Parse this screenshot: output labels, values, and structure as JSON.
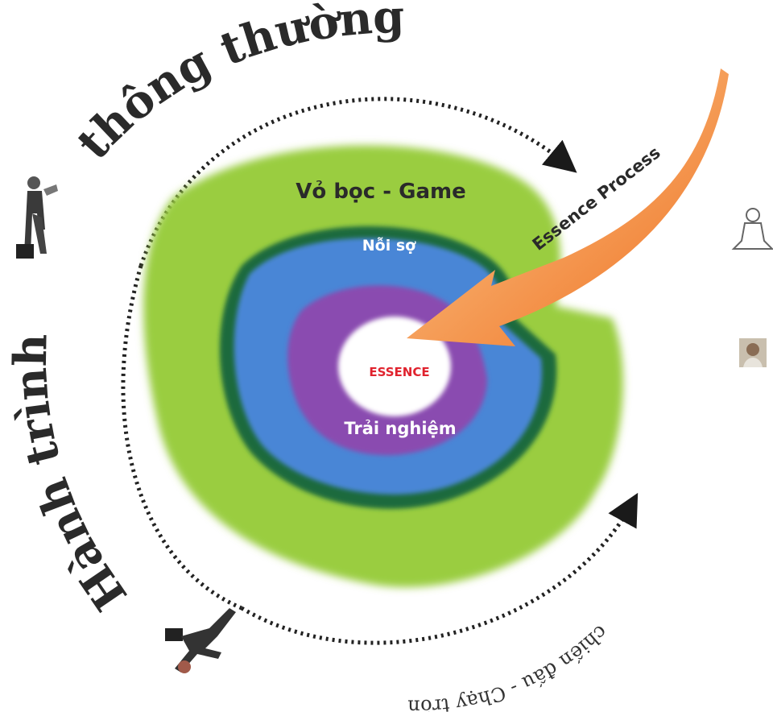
{
  "outer_label_top": "thông thường",
  "outer_label_left": "Hành trình",
  "outer_label_bottom": "chiến đấu - Chạy trốn",
  "layer_game": "Vỏ bọc - Game",
  "layer_fear": "Nỗi sợ",
  "layer_experience": "Trải nghiệm",
  "core": "ESSENCE",
  "process_arrow": "Essence Process",
  "colors": {
    "green": "#9acd3f",
    "dark_green": "#1f6b3c",
    "blue": "#4a86d6",
    "purple": "#8a4bb0",
    "orange": "#f07a2a",
    "core_text": "#e0232e",
    "outer_text": "#2a2a2a"
  },
  "icons": [
    "tired-businessman-icon",
    "falling-businessman-icon",
    "meditating-buddha-icon",
    "sage-portrait-icon"
  ]
}
